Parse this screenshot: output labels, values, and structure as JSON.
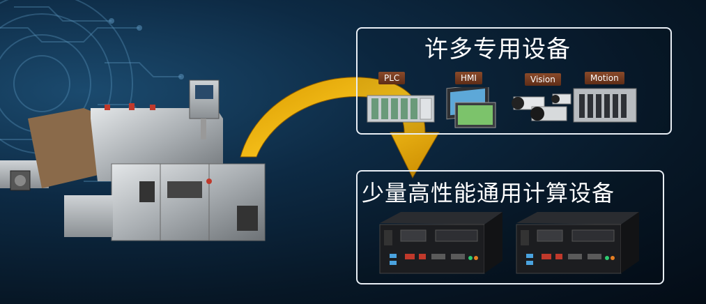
{
  "top_panel": {
    "title": "许多专用设备",
    "items": [
      {
        "label": "PLC",
        "icon": "plc-icon"
      },
      {
        "label": "HMI",
        "icon": "hmi-icon"
      },
      {
        "label": "Vision",
        "icon": "camera-icon"
      },
      {
        "label": "Motion",
        "icon": "motion-controller-icon"
      }
    ]
  },
  "bottom_panel": {
    "title": "少量高性能通用计算设备"
  },
  "colors": {
    "background": "#071726",
    "panel_border": "#e8eef5",
    "arrow": "#f2b705",
    "badge": "#6e3a1f"
  }
}
